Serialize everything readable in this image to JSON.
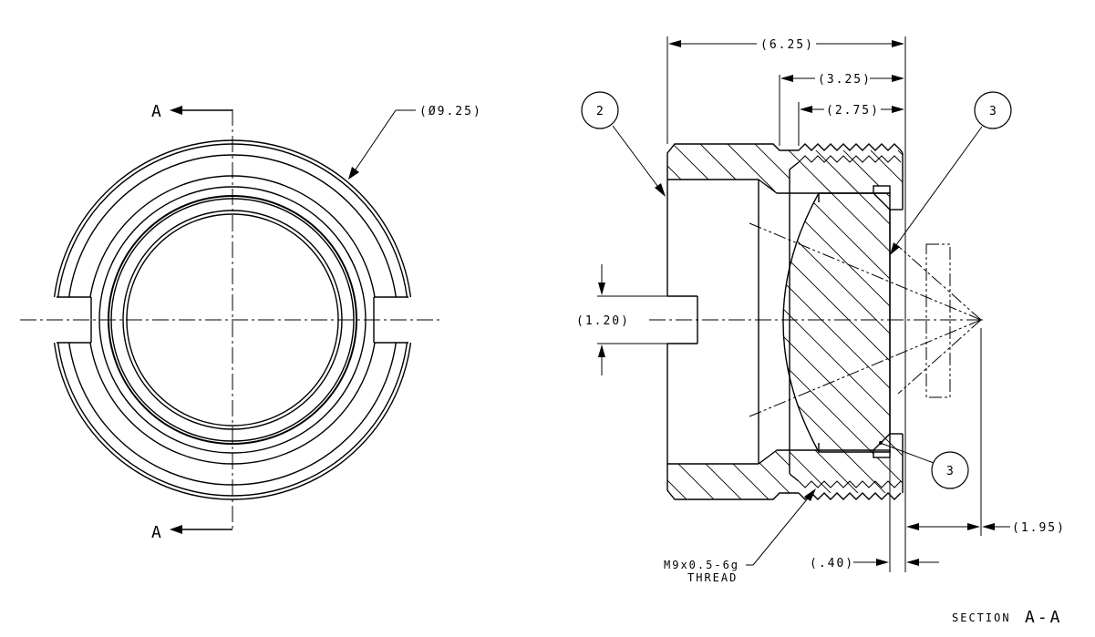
{
  "front_view": {
    "section_label_top": "A",
    "section_label_bottom": "A",
    "diameter_dim": "(Ø9.25)"
  },
  "section_view": {
    "dim_overall_length": "(6.25)",
    "dim_thread_length": "(3.25)",
    "dim_thread_length_2": "(2.75)",
    "dim_hole": "(1.20)",
    "dim_focal": "(1.95)",
    "dim_gap": "(.40)",
    "balloon_body": "2",
    "balloon_lens": "3",
    "balloon_lens_2": "3",
    "thread_callout_line1": "M9x0.5-6g",
    "thread_callout_line2": "THREAD",
    "section_caption_word": "SECTION",
    "section_caption_letters": "A-A"
  }
}
